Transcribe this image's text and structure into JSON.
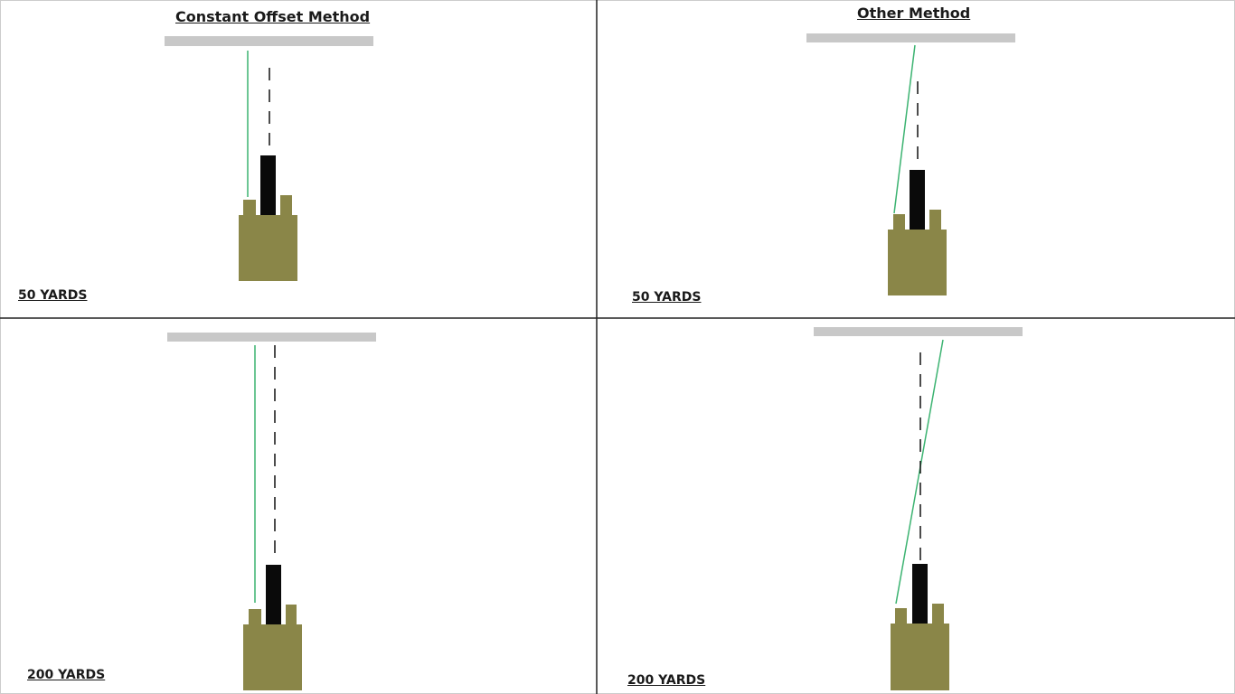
{
  "titles": {
    "left": "Constant Offset Method",
    "right": "Other Method"
  },
  "panels": [
    {
      "id": "top-left",
      "method": "constant-offset",
      "distance_label": "50 YARDS"
    },
    {
      "id": "top-right",
      "method": "other",
      "distance_label": "50 YARDS"
    },
    {
      "id": "bottom-left",
      "method": "constant-offset",
      "distance_label": "200 YARDS"
    },
    {
      "id": "bottom-right",
      "method": "other",
      "distance_label": "200 YARDS"
    }
  ],
  "colors": {
    "background": "#ffffff",
    "divider": "#222222",
    "target_bar": "#c8c8c8",
    "scope": "#0a0a0a",
    "rifle_body": "#8a8648",
    "laser_line": "#3cb371",
    "bore_line": "#111111"
  }
}
